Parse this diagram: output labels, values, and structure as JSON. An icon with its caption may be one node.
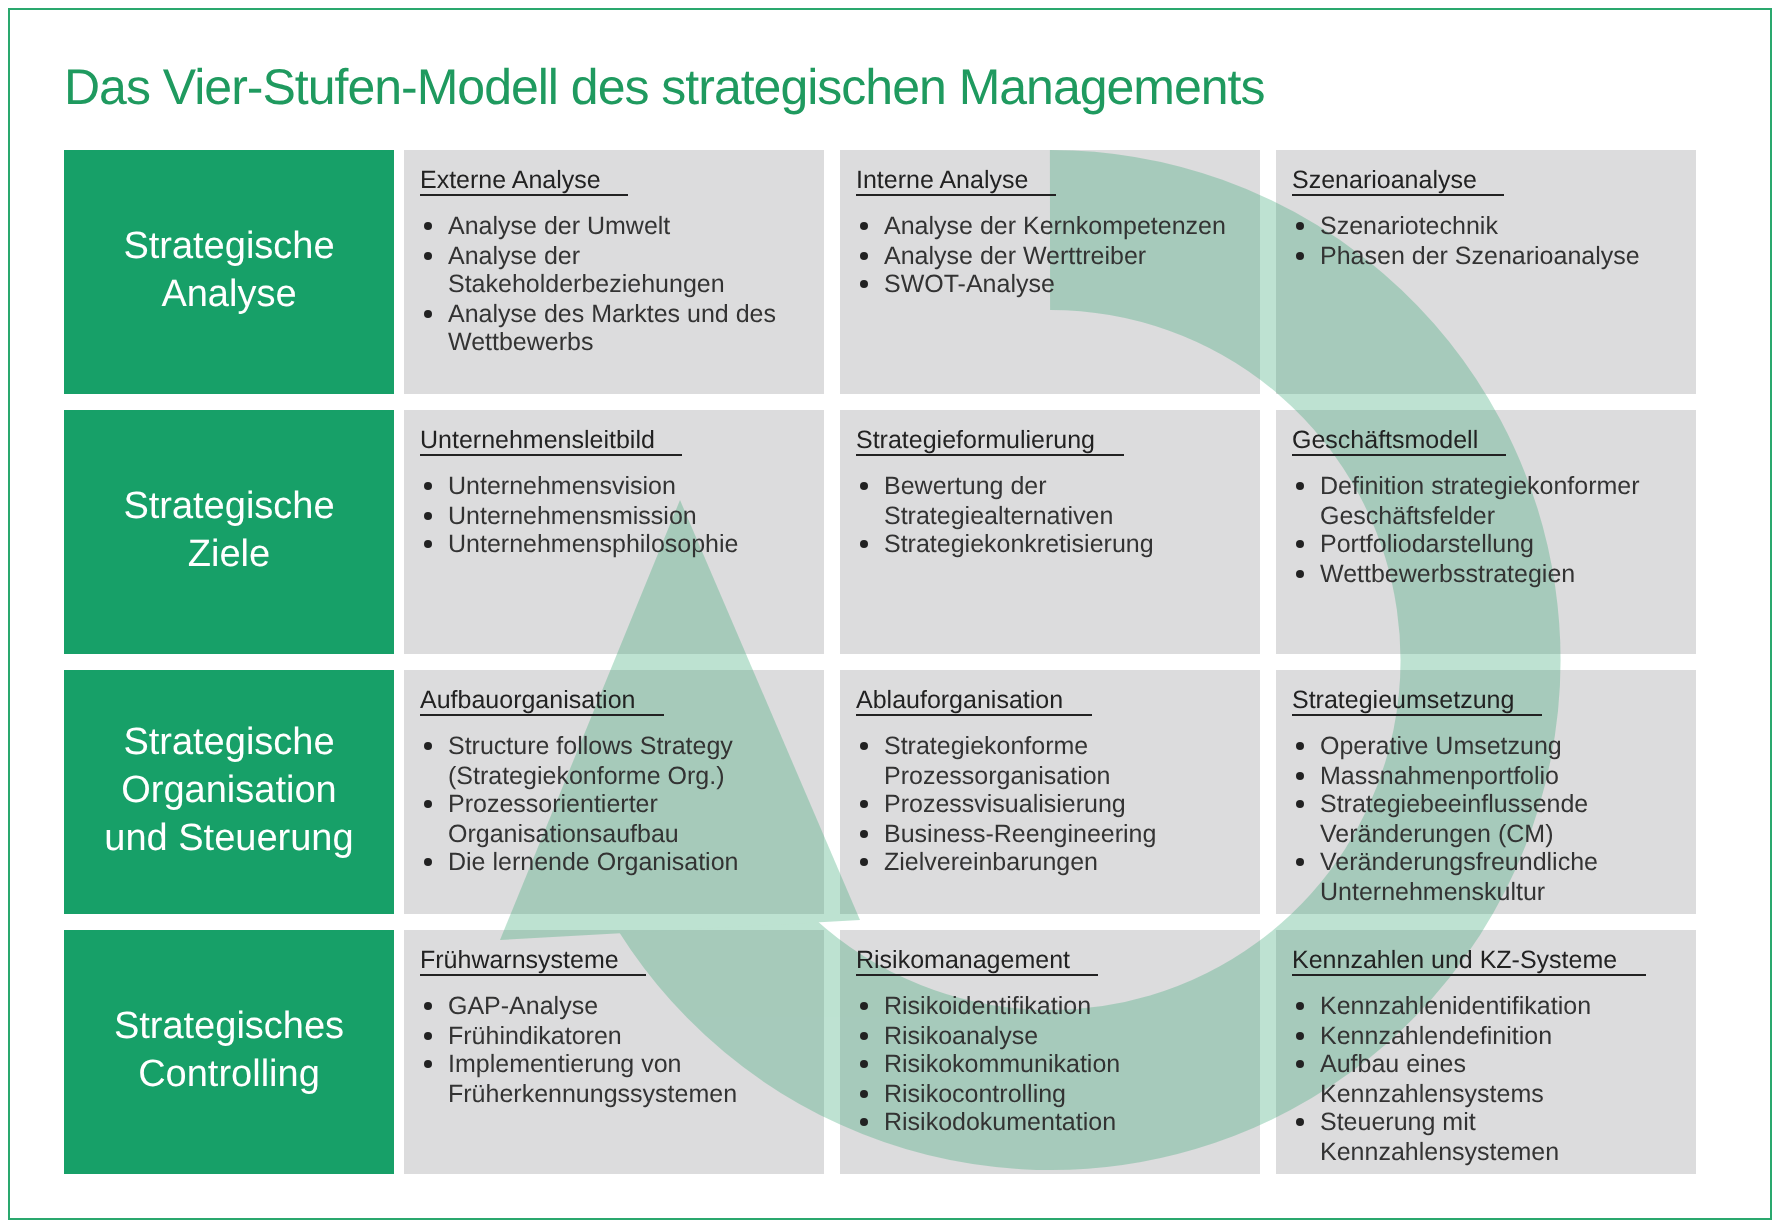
{
  "diagram": {
    "title": "Das Vier-Stufen-Modell des strategischen Managements",
    "nodes": [
      {
        "text": [
          "Strategische Analyse"
        ]
      },
      {
        "text": [
          "Externe Analyse",
          "Analyse der Umwelt",
          "Analyse der Stakeholderbeziehungen",
          "Analyse des Marktes und des Wettbewerbs"
        ]
      },
      {
        "text": [
          "Interne Analyse",
          "Analyse der Kernkompetenzen",
          "Analyse der Werttreiber",
          "SWOT-Analyse"
        ]
      },
      {
        "text": [
          "Szenarioanalyse",
          "Szenariotechnik",
          "Phasen der Szenarioanalyse"
        ]
      },
      {
        "text": [
          "Strategische Ziele"
        ]
      },
      {
        "text": [
          "Unternehmensleitbild",
          "Unternehmensvision",
          "Unternehmensmission",
          "Unternehmensphilosophie"
        ]
      },
      {
        "text": [
          "Strategieformulierung",
          "Bewertung der Strategiealternativen",
          "Strategiekonkretisierung"
        ]
      },
      {
        "text": [
          "Geschäftsmodell",
          "Definition strategiekonformer Geschäftsfelder",
          "Portfoliodarstellung",
          "Wettbewerbsstrategien"
        ]
      },
      {
        "text": [
          "Strategische Organisation und Steuerung"
        ]
      },
      {
        "text": [
          "Aufbauorganisation",
          "Structure follows Strategy (Strategiekonforme Org.)",
          "Prozessorientierter Organisationsaufbau",
          "Die lernende Organisation"
        ]
      },
      {
        "text": [
          "Ablauforganisation",
          "Strategiekonforme Prozessorganisation",
          "Prozessvisualisierung",
          "Business-Reengineering",
          "Zielvereinbarungen"
        ]
      },
      {
        "text": [
          "Strategieumsetzung",
          "Operative Umsetzung",
          "Massnahmenportfolio",
          "Strategiebeeinflussende Veränderungen (CM)",
          "Veränderungsfreundliche Unternehmenskultur"
        ]
      },
      {
        "text": [
          "Strategisches Controlling"
        ]
      },
      {
        "text": [
          "Frühwarnsysteme",
          "GAP-Analyse",
          "Frühindikatoren",
          "Implementierung von Früherkennungssystemen"
        ]
      },
      {
        "text": [
          "Risikomanagement",
          "Risikoidentifikation",
          "Risikoanalyse",
          "Risikokommunikation",
          "Risikocontrolling",
          "Risikodokumentation"
        ]
      },
      {
        "text": [
          "Kennzahlen und KZ-Systeme",
          "Kennzahlenidentifikation",
          "Kennzahlendefinition",
          "Aufbau eines Kennzahlensystems",
          "Steuerung mit Kennzahlensystemen"
        ]
      }
    ],
    "edges": []
  }
}
